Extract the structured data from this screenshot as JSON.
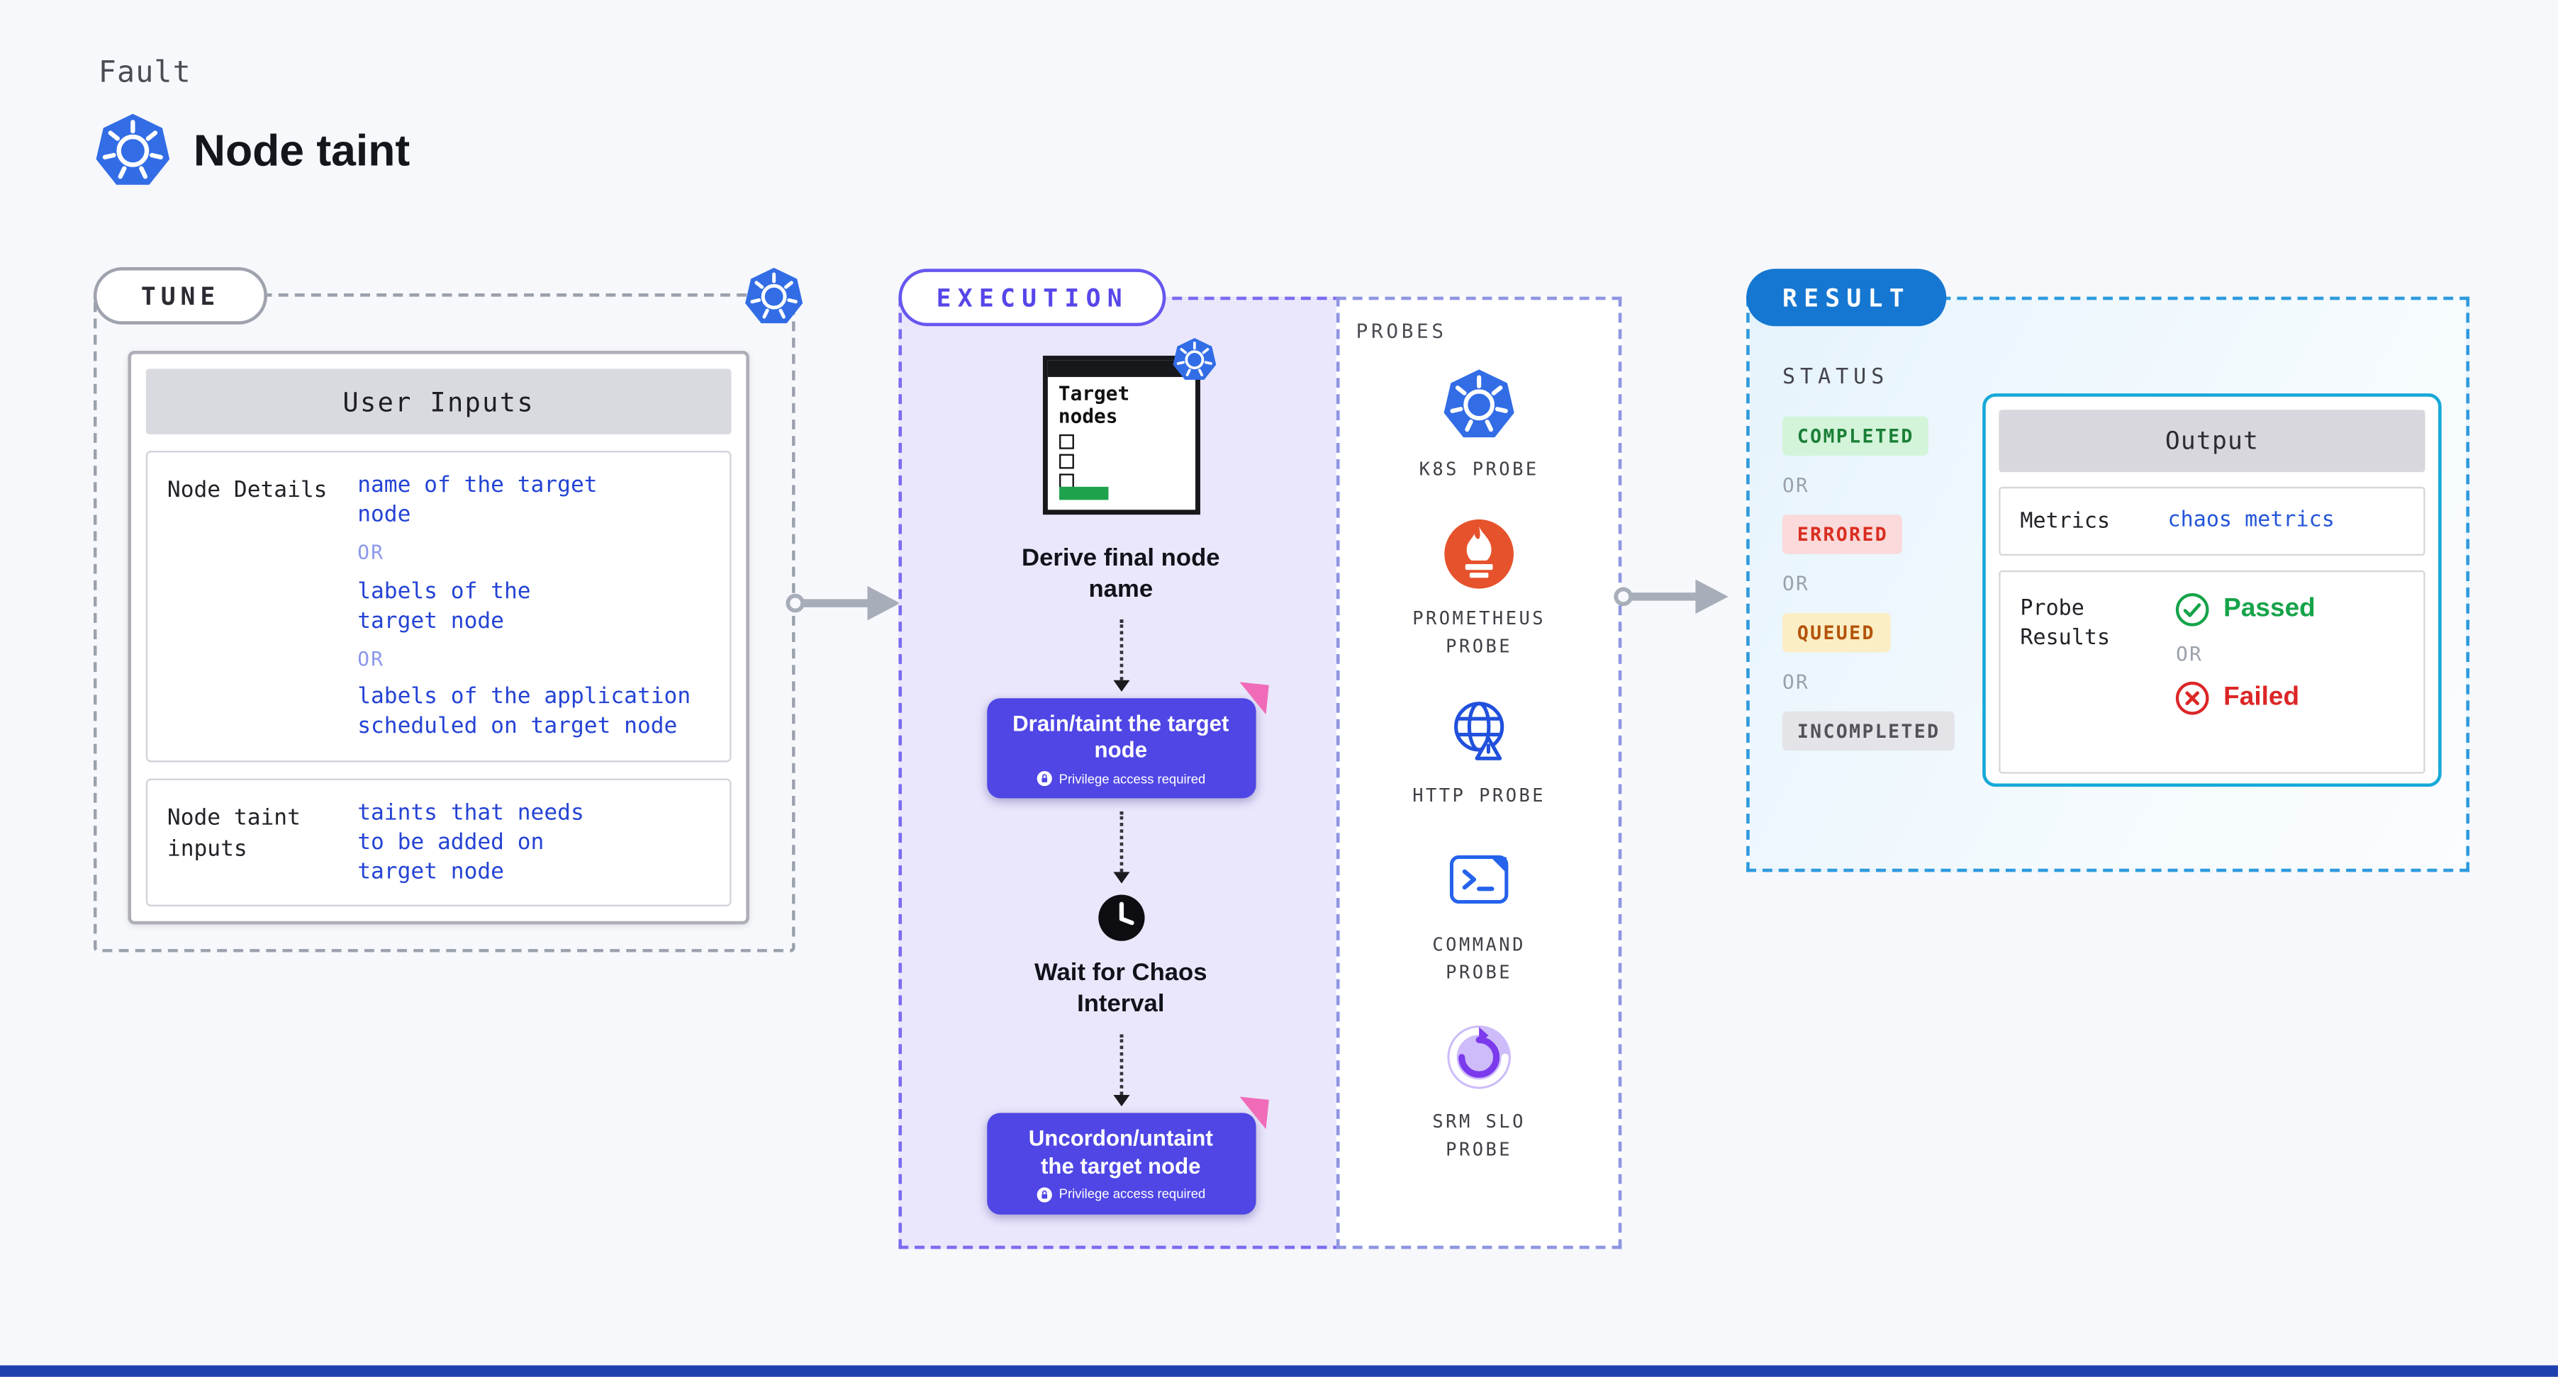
{
  "page": {
    "kicker": "Fault",
    "title": "Node taint"
  },
  "tune": {
    "label": "TUNE",
    "card_title": "User Inputs",
    "rows": [
      {
        "label": "Node Details",
        "segments": [
          "name of the target\nnode",
          "OR",
          "labels of the\ntarget node",
          "OR",
          "labels of the application\nscheduled on target node"
        ]
      },
      {
        "label": "Node taint inputs",
        "segments": [
          "taints that needs\nto be added on\ntarget node"
        ]
      }
    ]
  },
  "execution": {
    "label": "EXECUTION",
    "target_title": "Target\nnodes",
    "step_derive": "Derive final node\nname",
    "button_drain": {
      "title": "Drain/taint the target\nnode",
      "note": "Privilege access required"
    },
    "step_wait": "Wait for Chaos\nInterval",
    "button_uncordon": {
      "title": "Uncordon/untaint\nthe target node",
      "note": "Privilege access required"
    }
  },
  "probes": {
    "label": "PROBES",
    "items": [
      {
        "name": "K8S PROBE",
        "icon": "kubernetes-icon"
      },
      {
        "name": "PROMETHEUS PROBE",
        "icon": "prometheus-icon"
      },
      {
        "name": "HTTP PROBE",
        "icon": "http-globe-icon"
      },
      {
        "name": "COMMAND PROBE",
        "icon": "command-terminal-icon"
      },
      {
        "name": "SRM SLO PROBE",
        "icon": "srm-slo-icon"
      }
    ]
  },
  "result": {
    "label": "RESULT",
    "status_label": "STATUS",
    "or_label": "OR",
    "statuses": [
      {
        "label": "COMPLETED",
        "bg": "#d4f4da",
        "color": "#1a7f37"
      },
      {
        "label": "ERRORED",
        "bg": "#fadada",
        "color": "#d92d20"
      },
      {
        "label": "QUEUED",
        "bg": "#fbeec5",
        "color": "#b35309"
      },
      {
        "label": "INCOMPLETED",
        "bg": "#e4e4e8",
        "color": "#52525b"
      }
    ],
    "output": {
      "title": "Output",
      "metrics_label": "Metrics",
      "metrics_value": "chaos metrics",
      "probe_results_label": "Probe Results",
      "passed_label": "Passed",
      "or_label": "OR",
      "failed_label": "Failed"
    }
  },
  "colors": {
    "k8s_blue": "#326de6",
    "button_purple": "#4f46e5",
    "execution_bg": "#eae7fc",
    "result_pill_blue": "#1577d2",
    "output_border_cyan": "#16a8d8",
    "passed_green": "#16a34a",
    "failed_red": "#dc2626",
    "value_blue": "#2443d4",
    "flag_pink": "#f16cb8",
    "footer_blue": "#1e40af"
  }
}
